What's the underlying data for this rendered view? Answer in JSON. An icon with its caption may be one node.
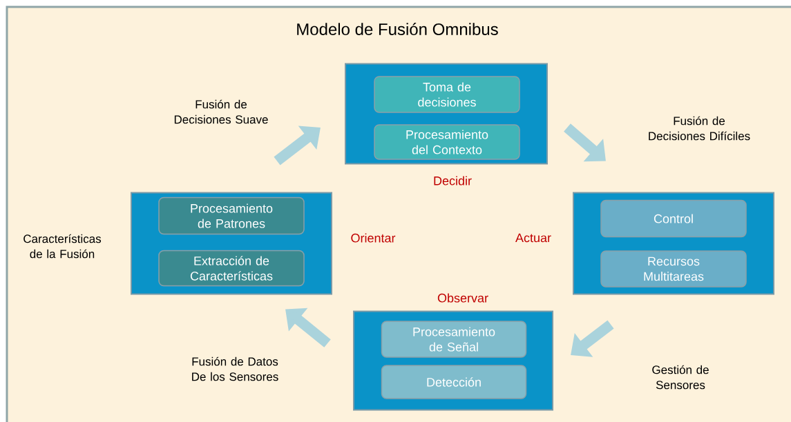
{
  "diagram": {
    "title": "Modelo de Fusión Omnibus",
    "nodes": [
      {
        "text": [],
        "shape": "box",
        "beside": [
          "Decidir"
        ]
      },
      {
        "text": [
          "Toma de decisiones"
        ],
        "in": 0
      },
      {
        "text": [
          "Procesamiento del Contexto"
        ],
        "in": 0
      },
      {
        "text": [],
        "shape": "box",
        "beside": [
          "Orientar"
        ]
      },
      {
        "text": [
          "Procesamiento de Patrones"
        ],
        "in": 3
      },
      {
        "text": [
          "Extracción de Características"
        ],
        "in": 3
      },
      {
        "text": [],
        "shape": "box",
        "beside": [
          "Actuar"
        ]
      },
      {
        "text": [
          "Control"
        ],
        "in": 6
      },
      {
        "text": [
          "Recursos Multitareas"
        ],
        "in": 6
      },
      {
        "text": [],
        "shape": "box",
        "beside": [
          "Observar"
        ]
      },
      {
        "text": [
          "Procesamiento de Señal"
        ],
        "in": 9
      },
      {
        "text": [
          "Detección"
        ],
        "in": 9
      }
    ],
    "edges": [
      {
        "from": 3,
        "to": 0,
        "arrow": "to",
        "label": "Fusión de Decisiones Suave"
      },
      {
        "from": 0,
        "to": 6,
        "arrow": "to",
        "label": "Fusión de Decisiones Difíciles"
      },
      {
        "from": 6,
        "to": 9,
        "arrow": "to",
        "label": "Gestión de Sensores"
      },
      {
        "from": 9,
        "to": 3,
        "arrow": "to",
        "label": "Fusión de Datos De los Sensores"
      }
    ],
    "labels": [
      "Características de la Fusión"
    ]
  }
}
